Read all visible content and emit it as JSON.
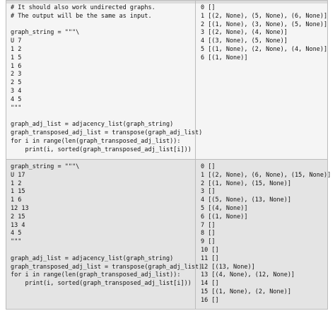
{
  "rows": [
    {
      "code": "# It should also work undirected graphs.\n# The output will be the same as input.\n\ngraph_string = \"\"\"\\\nU 7\n1 2\n1 5\n1 6\n2 3\n2 5\n3 4\n4 5\n\"\"\"\n\ngraph_adj_list = adjacency_list(graph_string)\ngraph_transposed_adj_list = transpose(graph_adj_list)\nfor i in range(len(graph_transposed_adj_list)):\n    print(i, sorted(graph_transposed_adj_list[i]))",
      "output": "0 []\n1 [(2, None), (5, None), (6, None)]\n2 [(1, None), (3, None), (5, None)]\n3 [(2, None), (4, None)]\n4 [(3, None), (5, None)]\n5 [(1, None), (2, None), (4, None)]\n6 [(1, None)]"
    },
    {
      "code": "graph_string = \"\"\"\\\nU 17\n1 2\n1 15\n1 6\n12 13\n2 15\n13 4\n4 5\n\"\"\"\n\ngraph_adj_list = adjacency_list(graph_string)\ngraph_transposed_adj_list = transpose(graph_adj_list)\nfor i in range(len(graph_transposed_adj_list)):\n    print(i, sorted(graph_transposed_adj_list[i]))",
      "output": "0 []\n1 [(2, None), (6, None), (15, None)]\n2 [(1, None), (15, None)]\n3 []\n4 [(5, None), (13, None)]\n5 [(4, None)]\n6 [(1, None)]\n7 []\n8 []\n9 []\n10 []\n11 []\n12 [(13, None)]\n13 [(4, None), (12, None)]\n14 []\n15 [(1, None), (2, None)]\n16 []"
    }
  ]
}
